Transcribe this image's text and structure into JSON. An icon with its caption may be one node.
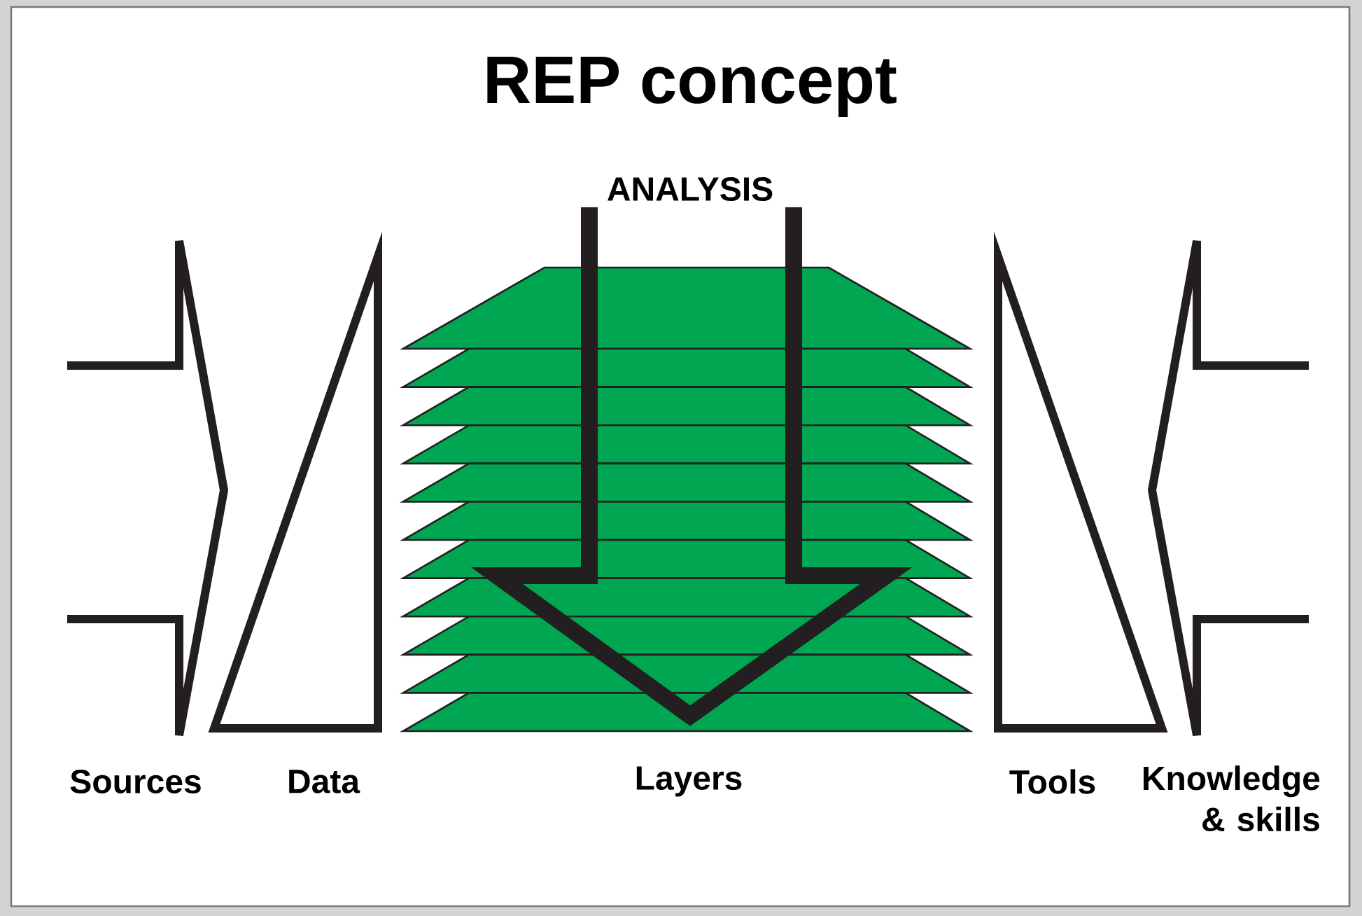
{
  "diagram": {
    "title": "REP concept",
    "nodes": [
      {
        "text": [
          "ANALYSIS"
        ]
      },
      {
        "text": [
          "Sources"
        ]
      },
      {
        "text": [
          "Data"
        ]
      },
      {
        "text": [
          "Layers"
        ]
      },
      {
        "text": [
          "Tools"
        ]
      },
      {
        "text": [
          "Knowledge & skills"
        ]
      }
    ]
  }
}
